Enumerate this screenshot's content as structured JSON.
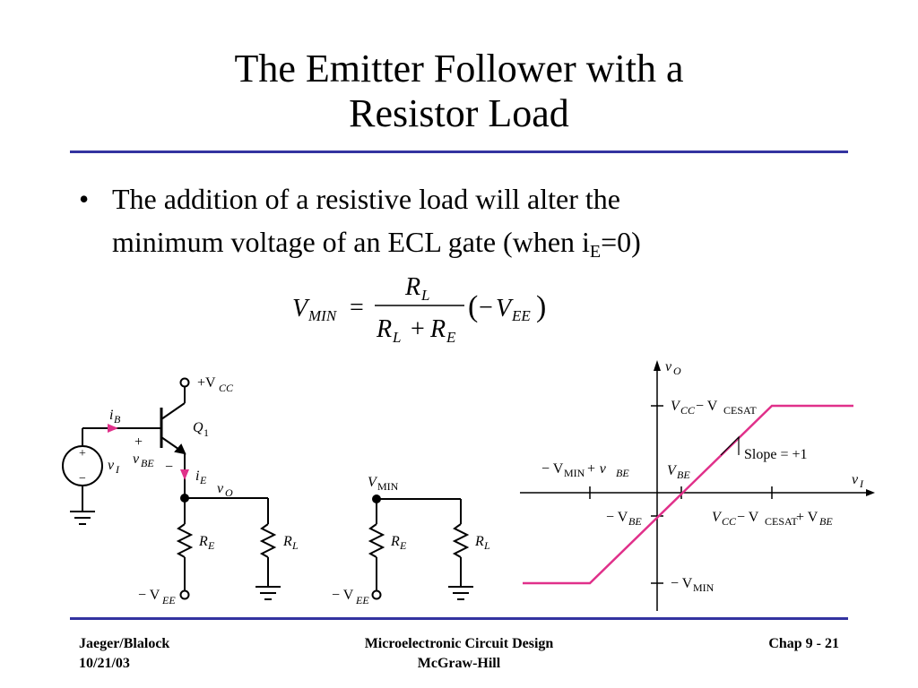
{
  "slide": {
    "title_line1": "The Emitter Follower with a",
    "title_line2": "Resistor Load",
    "bullet_mark": "•",
    "bullet_line1": "The addition of a resistive load will alter the",
    "bullet_line2_a": "minimum voltage of an ECL gate (when i",
    "bullet_line2_sub": "E",
    "bullet_line2_b": "=0)"
  },
  "formula": {
    "lhs": "V",
    "lhs_sub": "MIN",
    "equals": "=",
    "num": "R",
    "num_sub": "L",
    "den_a": "R",
    "den_a_sub": "L",
    "plus": "+",
    "den_b": "R",
    "den_b_sub": "E",
    "paren_open": "(",
    "minus": "−",
    "v": "V",
    "v_sub": "EE",
    "paren_close": ")"
  },
  "circuit1": {
    "vcc": "+V",
    "vcc_sub": "CC",
    "ib": "i",
    "ib_sub": "B",
    "q1": "Q",
    "q1_sub": "1",
    "plus": "+",
    "vbe": "v",
    "vbe_sub": "BE",
    "minus": "−",
    "vi": "v",
    "vi_sub": "I",
    "ie": "i",
    "ie_sub": "E",
    "vo": "v",
    "vo_sub": "O",
    "re": "R",
    "re_sub": "E",
    "rl": "R",
    "rl_sub": "L",
    "vee": "− V",
    "vee_sub": "EE",
    "src_plus": "+",
    "src_minus": "−"
  },
  "circuit2": {
    "vmin": "V",
    "vmin_sub": "MIN",
    "re": "R",
    "re_sub": "E",
    "rl": "R",
    "rl_sub": "L",
    "vee": "− V",
    "vee_sub": "EE"
  },
  "graph": {
    "y_axis": "v",
    "y_axis_sub": "O",
    "x_axis": "v",
    "x_axis_sub": "I",
    "vcc_vcesat_a": "V",
    "vcc_vcesat_a_sub": "CC",
    "vcc_vcesat_b": " − V",
    "vcc_vcesat_b_sub": "CESAT",
    "slope": "Slope = +1",
    "vbe": "V",
    "vbe_sub": "BE",
    "neg_vmin_vbe_a": "− V",
    "neg_vmin_vbe_a_sub": "MIN",
    "neg_vmin_vbe_b": " + v",
    "neg_vmin_vbe_b_sub": "BE",
    "neg_vbe": "− V",
    "neg_vbe_sub": "BE",
    "right_a": "V",
    "right_a_sub": "CC",
    "right_b": " − V",
    "right_b_sub": "CESAT",
    "right_c": " + V",
    "right_c_sub": "BE",
    "neg_vmin": "− V",
    "neg_vmin_sub": "MIN",
    "curve_color": "#e0308a"
  },
  "footer": {
    "left_line1": "Jaeger/Blalock",
    "left_line2": "10/21/03",
    "center_line1": "Microelectronic Circuit Design",
    "center_line2": "McGraw-Hill",
    "right_line1": "Chap 9 - 21"
  },
  "colors": {
    "rule": "#3333a0",
    "arrow": "#e0308a"
  }
}
